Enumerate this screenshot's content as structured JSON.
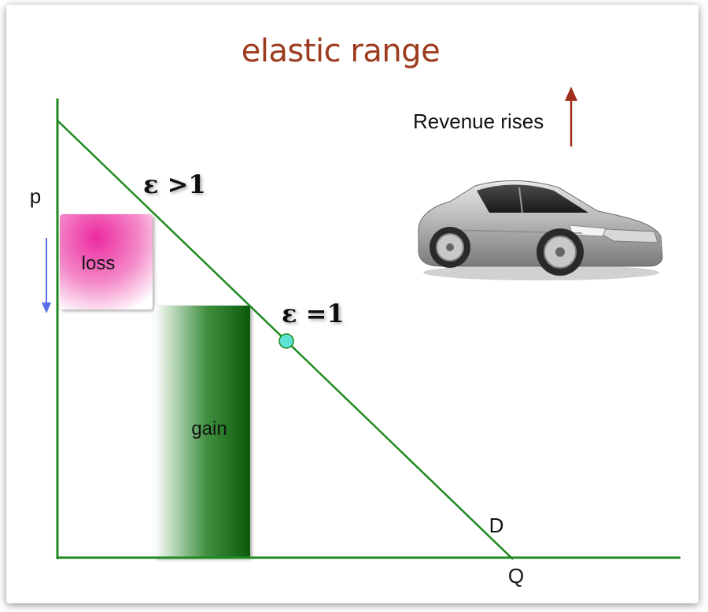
{
  "title": "elastic range",
  "axes": {
    "y_label": "p",
    "x_label": "Q"
  },
  "curve": {
    "label": "D"
  },
  "annotations": {
    "elastic_label": "ε >1",
    "unit_elastic_label": "ε =1",
    "revenue_label": "Revenue rises"
  },
  "regions": {
    "loss_label": "loss",
    "gain_label": "gain"
  },
  "colors": {
    "axis": "#1f8a1f",
    "demand_line": "#1f8a1f",
    "loss_fill": "#ee3aa8",
    "gain_fill": "#0f5e0f",
    "title": "#9c3b1e",
    "revenue_arrow": "#a0301a",
    "price_arrow": "#5a6ee8",
    "unit_point": "#5fe2d6"
  },
  "icons": {
    "car": "car-image",
    "up_arrow": "arrow-up-icon",
    "down_arrow": "arrow-down-icon"
  }
}
